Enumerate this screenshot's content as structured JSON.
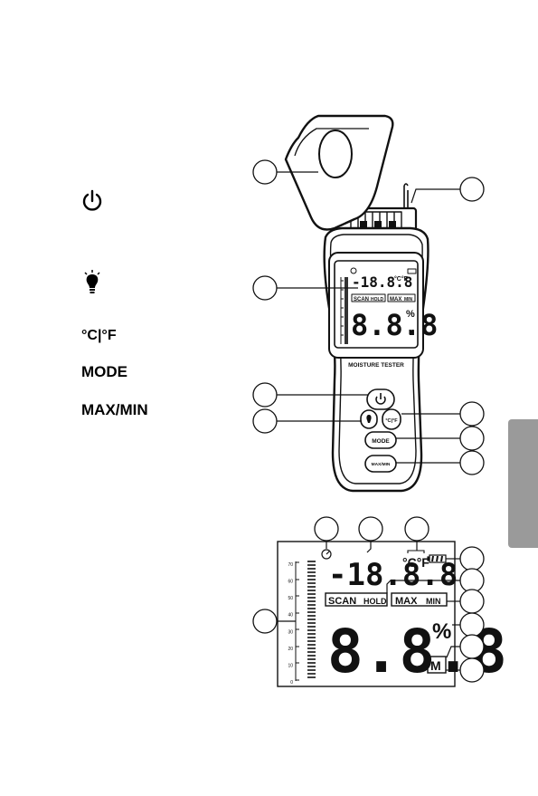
{
  "left_labels": {
    "mode": "MODE",
    "maxmin": "MAX/MIN",
    "celsius_fahrenheit": "°C|°F"
  },
  "device": {
    "lcd_small_digits": "-18.8.8",
    "lcd_unit": "°C°F",
    "lcd_scan": "SCAN",
    "lcd_hold": "HOLD",
    "lcd_max": "MAX",
    "lcd_min": "MIN",
    "lcd_big_digits": "8.8.8",
    "lcd_percent": "%",
    "lcd_material": "M",
    "brand_text": "MOISTURE TESTER",
    "btn_mode": "MODE",
    "btn_maxmin": "MAX/MIN",
    "btn_temp": "°C|°F"
  },
  "display": {
    "small_digits": "-18.8.8",
    "unit": "°C°F",
    "scan": "SCAN",
    "hold": "HOLD",
    "max": "MAX",
    "min": "MIN",
    "big_digits": "8.8.8",
    "percent": "%",
    "material": "M",
    "scale_labels": [
      "70",
      "60",
      "50",
      "40",
      "30",
      "20",
      "10",
      "0"
    ]
  },
  "colors": {
    "ink": "#111111",
    "tab_gray": "#9a9a9a",
    "lcd_bg": "#ffffff"
  },
  "icons": [
    "power-icon",
    "bulb-icon",
    "timer-icon",
    "battery-icon"
  ]
}
